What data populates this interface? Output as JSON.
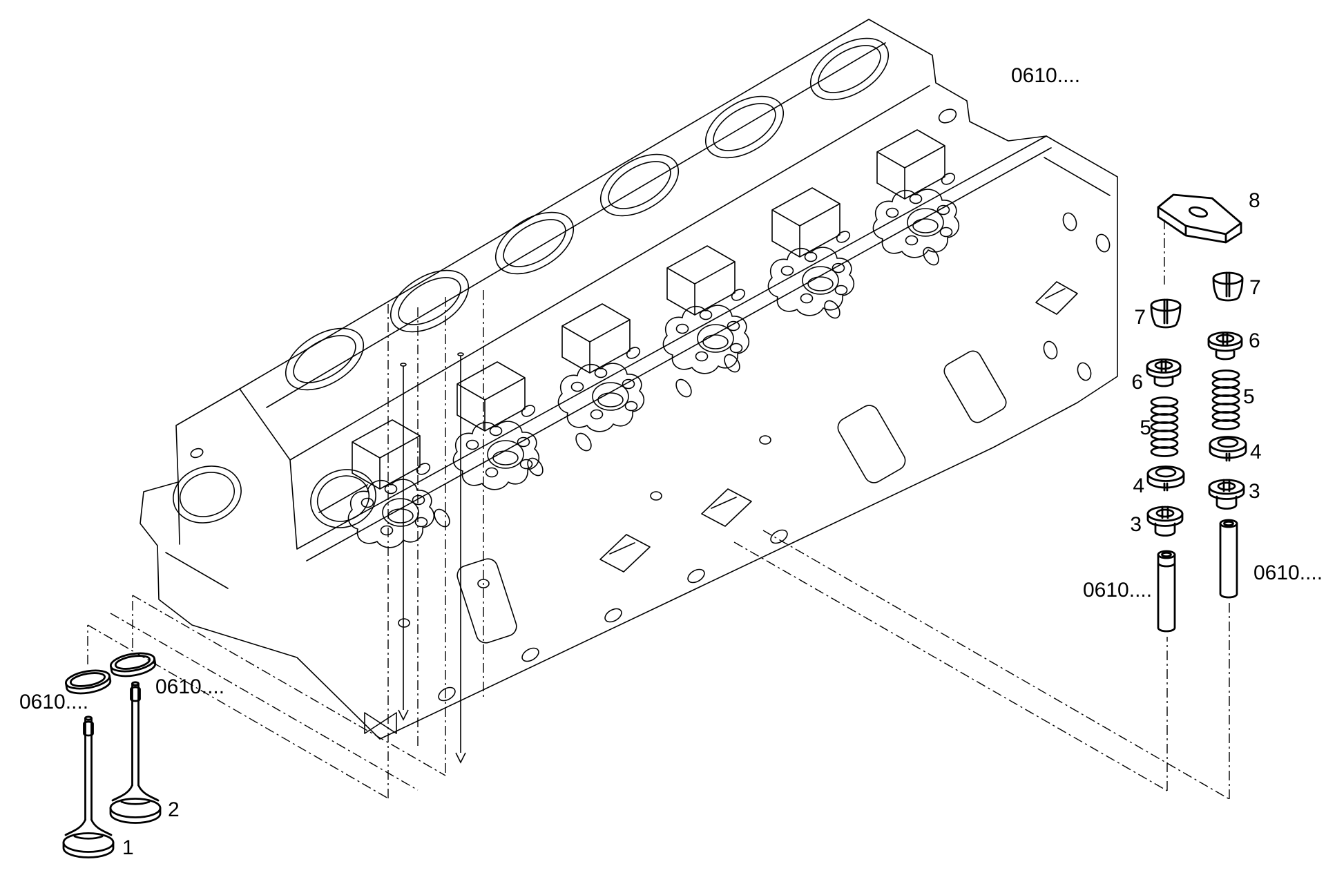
{
  "figure": {
    "background": "#ffffff",
    "line_color": "#000000",
    "head_ref_label": "0610....",
    "bottom_left": {
      "seat_ring_left_ref": "0610....",
      "seat_ring_right_ref": "0610....",
      "valve_1": "1",
      "valve_2": "2"
    },
    "right_stack": {
      "bridge": "8",
      "collet": "7",
      "retainer": "6",
      "spring": "5",
      "spring_seat": "4",
      "stem_seal": "3",
      "guide_left_ref": "0610....",
      "guide_right_ref": "0610...."
    }
  }
}
